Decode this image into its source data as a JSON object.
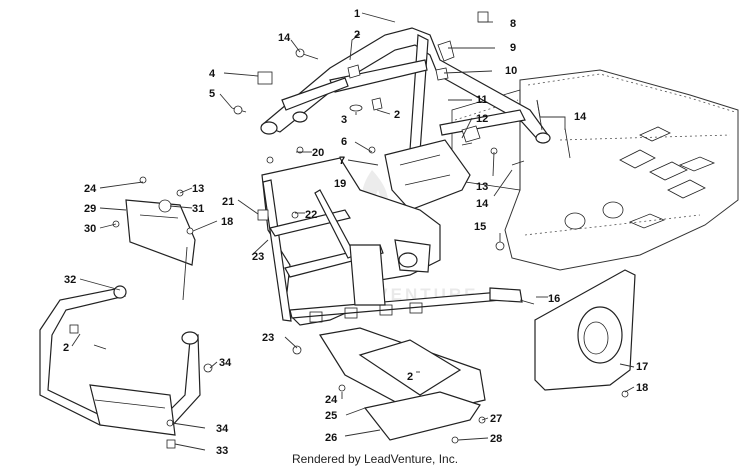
{
  "footer": "Rendered by LeadVenture, Inc.",
  "watermark": "LEADVENTURE",
  "callouts": [
    "1",
    "2",
    "3",
    "4",
    "5",
    "6",
    "7",
    "8",
    "9",
    "10",
    "11",
    "12",
    "13",
    "14",
    "15",
    "16",
    "17",
    "18",
    "19",
    "20",
    "21",
    "22",
    "23",
    "24",
    "25",
    "26",
    "27",
    "28",
    "29",
    "30",
    "31",
    "32",
    "33",
    "34"
  ]
}
